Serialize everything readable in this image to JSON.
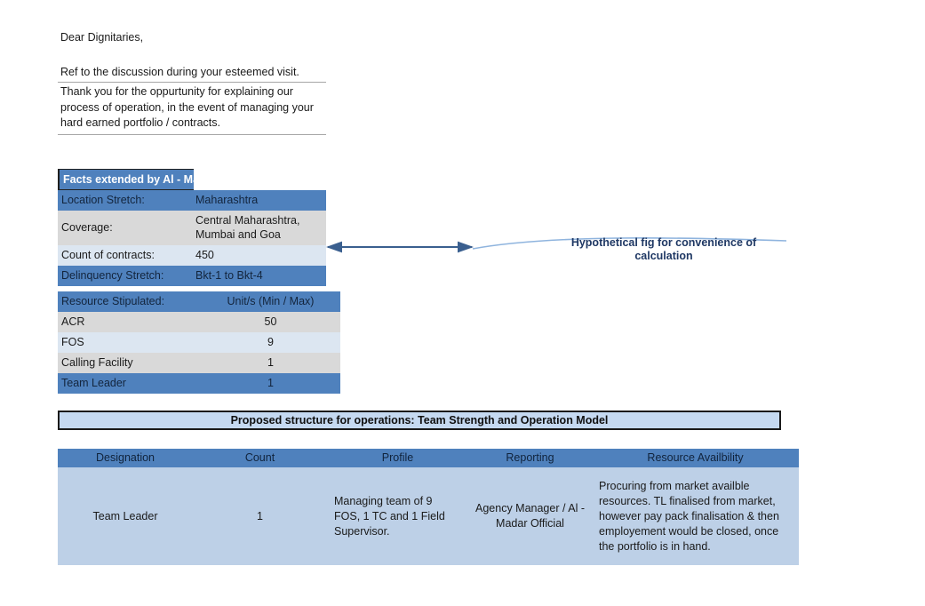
{
  "letter": {
    "greeting": "Dear Dignitaries,",
    "reference_line": "Ref to the discussion during your esteemed visit.",
    "paragraph": "Thank you for the oppurtunity for explaining our process of operation, in the event of managing your hard earned portfolio / contracts."
  },
  "facts_table": {
    "header": "Facts extended by Al - Ma",
    "rows": [
      {
        "label": "Location Stretch:",
        "value": "Maharashtra"
      },
      {
        "label": "Coverage:",
        "value": "Central Maharashtra, Mumbai and Goa"
      },
      {
        "label": "Count of contracts:",
        "value": "450"
      },
      {
        "label": "Delinquency Stretch:",
        "value": "Bkt-1 to Bkt-4"
      }
    ]
  },
  "resource_table": {
    "header_label": "Resource Stipulated:",
    "header_value": "Unit/s (Min / Max)",
    "rows": [
      {
        "label": "ACR",
        "value": "50"
      },
      {
        "label": "FOS",
        "value": "9"
      },
      {
        "label": "Calling Facility",
        "value": "1"
      },
      {
        "label": "Team Leader",
        "value": "1"
      }
    ]
  },
  "annotation": {
    "callout_line1": "Hypothetical fig for convenience of",
    "callout_line2": "calculation",
    "arrow_color": "#3a5f8f",
    "curve_color": "#8fb4de",
    "callout_text_color": "#1f3864"
  },
  "proposed_banner": {
    "title": "Proposed structure for operations: Team Strength and Operation Model",
    "fill_color": "#c5d9f1",
    "border_color": "#1a1a1a"
  },
  "structure_table": {
    "headers": [
      "Designation",
      "Count",
      "Profile",
      "Reporting",
      "Resource Availbility"
    ],
    "rows": [
      {
        "designation": "Team Leader",
        "count": "1",
        "profile": "Managing team of 9 FOS, 1 TC and 1 Field Supervisor.",
        "reporting": "Agency Manager / Al - Madar Official",
        "resource": "Procuring from market availble resources. TL finalised from market, however pay pack finalisation & then employement would be closed, once the portfolio is in hand."
      }
    ],
    "header_color": "#4f81bd",
    "body_color": "#bdd0e7"
  }
}
